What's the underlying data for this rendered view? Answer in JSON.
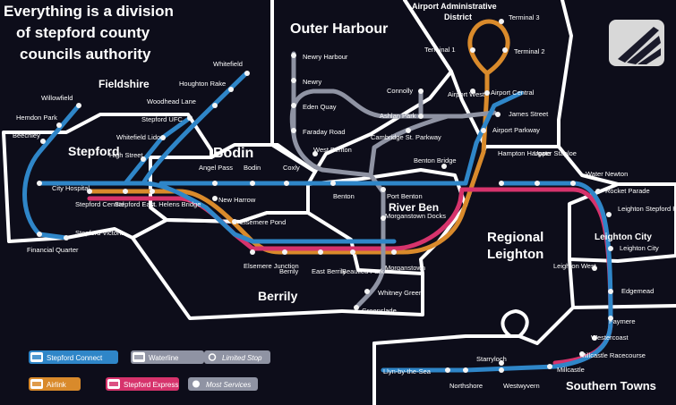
{
  "title_lines": [
    "Everything is a division",
    "of stepford county",
    "councils authority"
  ],
  "colors": {
    "background": "#0d0d1a",
    "border": "#ffffff",
    "stepford_connect": "#2f86c8",
    "waterline": "#8f93a3",
    "airlink": "#d98a2b",
    "stepford_express": "#d6336c",
    "station": "#f4f4f4"
  },
  "regions": [
    {
      "id": "fieldshire",
      "label": "Fieldshire"
    },
    {
      "id": "stepford",
      "label": "Stepford"
    },
    {
      "id": "bodin",
      "label": "Bodin"
    },
    {
      "id": "outer-harbour",
      "label": "Outer Harbour"
    },
    {
      "id": "airport-district",
      "label": "Airport Administrative District"
    },
    {
      "id": "river-ben",
      "label": "River Ben"
    },
    {
      "id": "regional-leighton",
      "label": "Regional Leighton"
    },
    {
      "id": "leighton-city",
      "label": "Leighton City"
    },
    {
      "id": "berrily",
      "label": "Berrily"
    },
    {
      "id": "southern-towns",
      "label": "Southern Towns"
    }
  ],
  "stations": [
    {
      "id": "whitefield",
      "name": "Whitefield"
    },
    {
      "id": "houghton-rake",
      "name": "Houghton Rake"
    },
    {
      "id": "woodhead-lane",
      "name": "Woodhead Lane"
    },
    {
      "id": "stepford-ufc",
      "name": "Stepford UFC"
    },
    {
      "id": "whitefield-lido",
      "name": "Whitefield Lido"
    },
    {
      "id": "high-street",
      "name": "High Street"
    },
    {
      "id": "willowfield",
      "name": "Willowfield"
    },
    {
      "id": "hemdon-park",
      "name": "Hemdon Park"
    },
    {
      "id": "beechley",
      "name": "Beechley"
    },
    {
      "id": "city-hospital",
      "name": "City Hospital"
    },
    {
      "id": "stepford-central",
      "name": "Stepford Central"
    },
    {
      "id": "stepford-east",
      "name": "Stepford East"
    },
    {
      "id": "st-helens-bridge",
      "name": "St. Helens Bridge"
    },
    {
      "id": "financial-quarter",
      "name": "Financial Quarter"
    },
    {
      "id": "stepford-victoria",
      "name": "Stepford Victoria"
    },
    {
      "id": "angel-pass",
      "name": "Angel Pass"
    },
    {
      "id": "bodin-station",
      "name": "Bodin"
    },
    {
      "id": "coxly",
      "name": "Coxly"
    },
    {
      "id": "new-harrow",
      "name": "New Harrow"
    },
    {
      "id": "elsemere-pond",
      "name": "Elsemere Pond"
    },
    {
      "id": "elsemere-junction",
      "name": "Elsemere Junction"
    },
    {
      "id": "berrily-station",
      "name": "Berrily"
    },
    {
      "id": "east-berrily",
      "name": "East Berrily"
    },
    {
      "id": "beaulieu-park",
      "name": "Beaulieu Park"
    },
    {
      "id": "newry-harbour",
      "name": "Newry Harbour"
    },
    {
      "id": "newry",
      "name": "Newry"
    },
    {
      "id": "eden-quay",
      "name": "Eden Quay"
    },
    {
      "id": "faraday-road",
      "name": "Faraday Road"
    },
    {
      "id": "west-benton",
      "name": "West Benton"
    },
    {
      "id": "benton",
      "name": "Benton"
    },
    {
      "id": "port-benton",
      "name": "Port Benton"
    },
    {
      "id": "morganstown-docks",
      "name": "Morganstown Docks"
    },
    {
      "id": "morganstown",
      "name": "Morganstown"
    },
    {
      "id": "whitney-green",
      "name": "Whitney Green"
    },
    {
      "id": "greenslade",
      "name": "Greenslade"
    },
    {
      "id": "connolly",
      "name": "Connolly"
    },
    {
      "id": "ashlan-park",
      "name": "Ashlan Park"
    },
    {
      "id": "cambridge-st-parkway",
      "name": "Cambridge St. Parkway"
    },
    {
      "id": "benton-bridge",
      "name": "Benton Bridge"
    },
    {
      "id": "terminal-1",
      "name": "Terminal 1"
    },
    {
      "id": "terminal-2",
      "name": "Terminal 2"
    },
    {
      "id": "terminal-3",
      "name": "Terminal 3"
    },
    {
      "id": "airport-west",
      "name": "Airport West"
    },
    {
      "id": "airport-central",
      "name": "Airport Central"
    },
    {
      "id": "james-street",
      "name": "James Street"
    },
    {
      "id": "airport-parkway",
      "name": "Airport Parkway"
    },
    {
      "id": "hampton-hargate",
      "name": "Hampton Hargate"
    },
    {
      "id": "upper-staploe",
      "name": "Upper Staploe"
    },
    {
      "id": "water-newton",
      "name": "Water Newton"
    },
    {
      "id": "rocket-parade",
      "name": "Rocket Parade"
    },
    {
      "id": "leighton-stepford-road",
      "name": "Leighton Stepford Road"
    },
    {
      "id": "leighton-city-station",
      "name": "Leighton City"
    },
    {
      "id": "leighton-west",
      "name": "Leighton West"
    },
    {
      "id": "edgemead",
      "name": "Edgemead"
    },
    {
      "id": "faymere",
      "name": "Faymere"
    },
    {
      "id": "westercoast",
      "name": "Westercoast"
    },
    {
      "id": "millcastle-racecourse",
      "name": "Millcastle Racecourse"
    },
    {
      "id": "millcastle",
      "name": "Millcastle"
    },
    {
      "id": "starryloch",
      "name": "Starryloch"
    },
    {
      "id": "llyn-by-the-sea",
      "name": "Llyn-by-the-Sea"
    },
    {
      "id": "northshore",
      "name": "Northshore"
    },
    {
      "id": "westwyvern",
      "name": "Westwyvern"
    }
  ],
  "legend": [
    {
      "id": "stepford-connect",
      "label": "Stepford Connect",
      "color": "#2f86c8",
      "icon": "connect-logo-icon"
    },
    {
      "id": "waterline",
      "label": "Waterline",
      "color": "#8f93a3",
      "icon": "waterline-w-icon"
    },
    {
      "id": "limited-stop",
      "label": "Limited Stop",
      "color": "#8f93a3",
      "icon": "hollow-circle-icon"
    },
    {
      "id": "airlink",
      "label": "Airlink",
      "color": "#d98a2b",
      "icon": "airlink-plane-icon"
    },
    {
      "id": "stepford-express",
      "label": "Stepford Express",
      "color": "#d6336c",
      "icon": "express-logo-icon"
    },
    {
      "id": "most-services",
      "label": "Most Services",
      "color": "#8f93a3",
      "icon": "filled-circle-icon"
    }
  ]
}
